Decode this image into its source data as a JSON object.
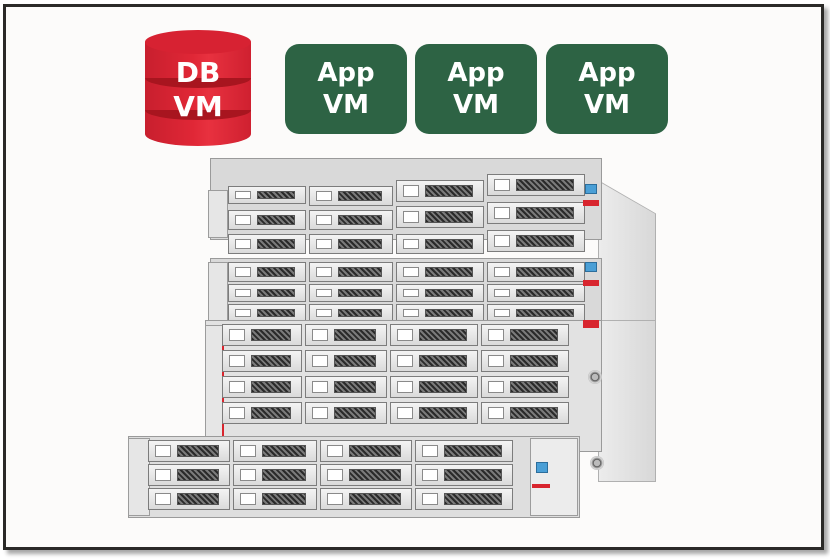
{
  "diagram": {
    "db_vm": {
      "line1": "DB",
      "line2": "VM",
      "color": "#e02736"
    },
    "app_vms": [
      {
        "line1": "App",
        "line2": "VM"
      },
      {
        "line1": "App",
        "line2": "VM"
      },
      {
        "line1": "App",
        "line2": "VM"
      }
    ],
    "app_vm_color": "#2d6344",
    "hardware": {
      "description": "Stack of rack-mount storage servers (Oracle Database Appliance)",
      "top_units": 2,
      "middle_units": 1,
      "front_unit": 1,
      "drives_per_row": 4
    }
  }
}
